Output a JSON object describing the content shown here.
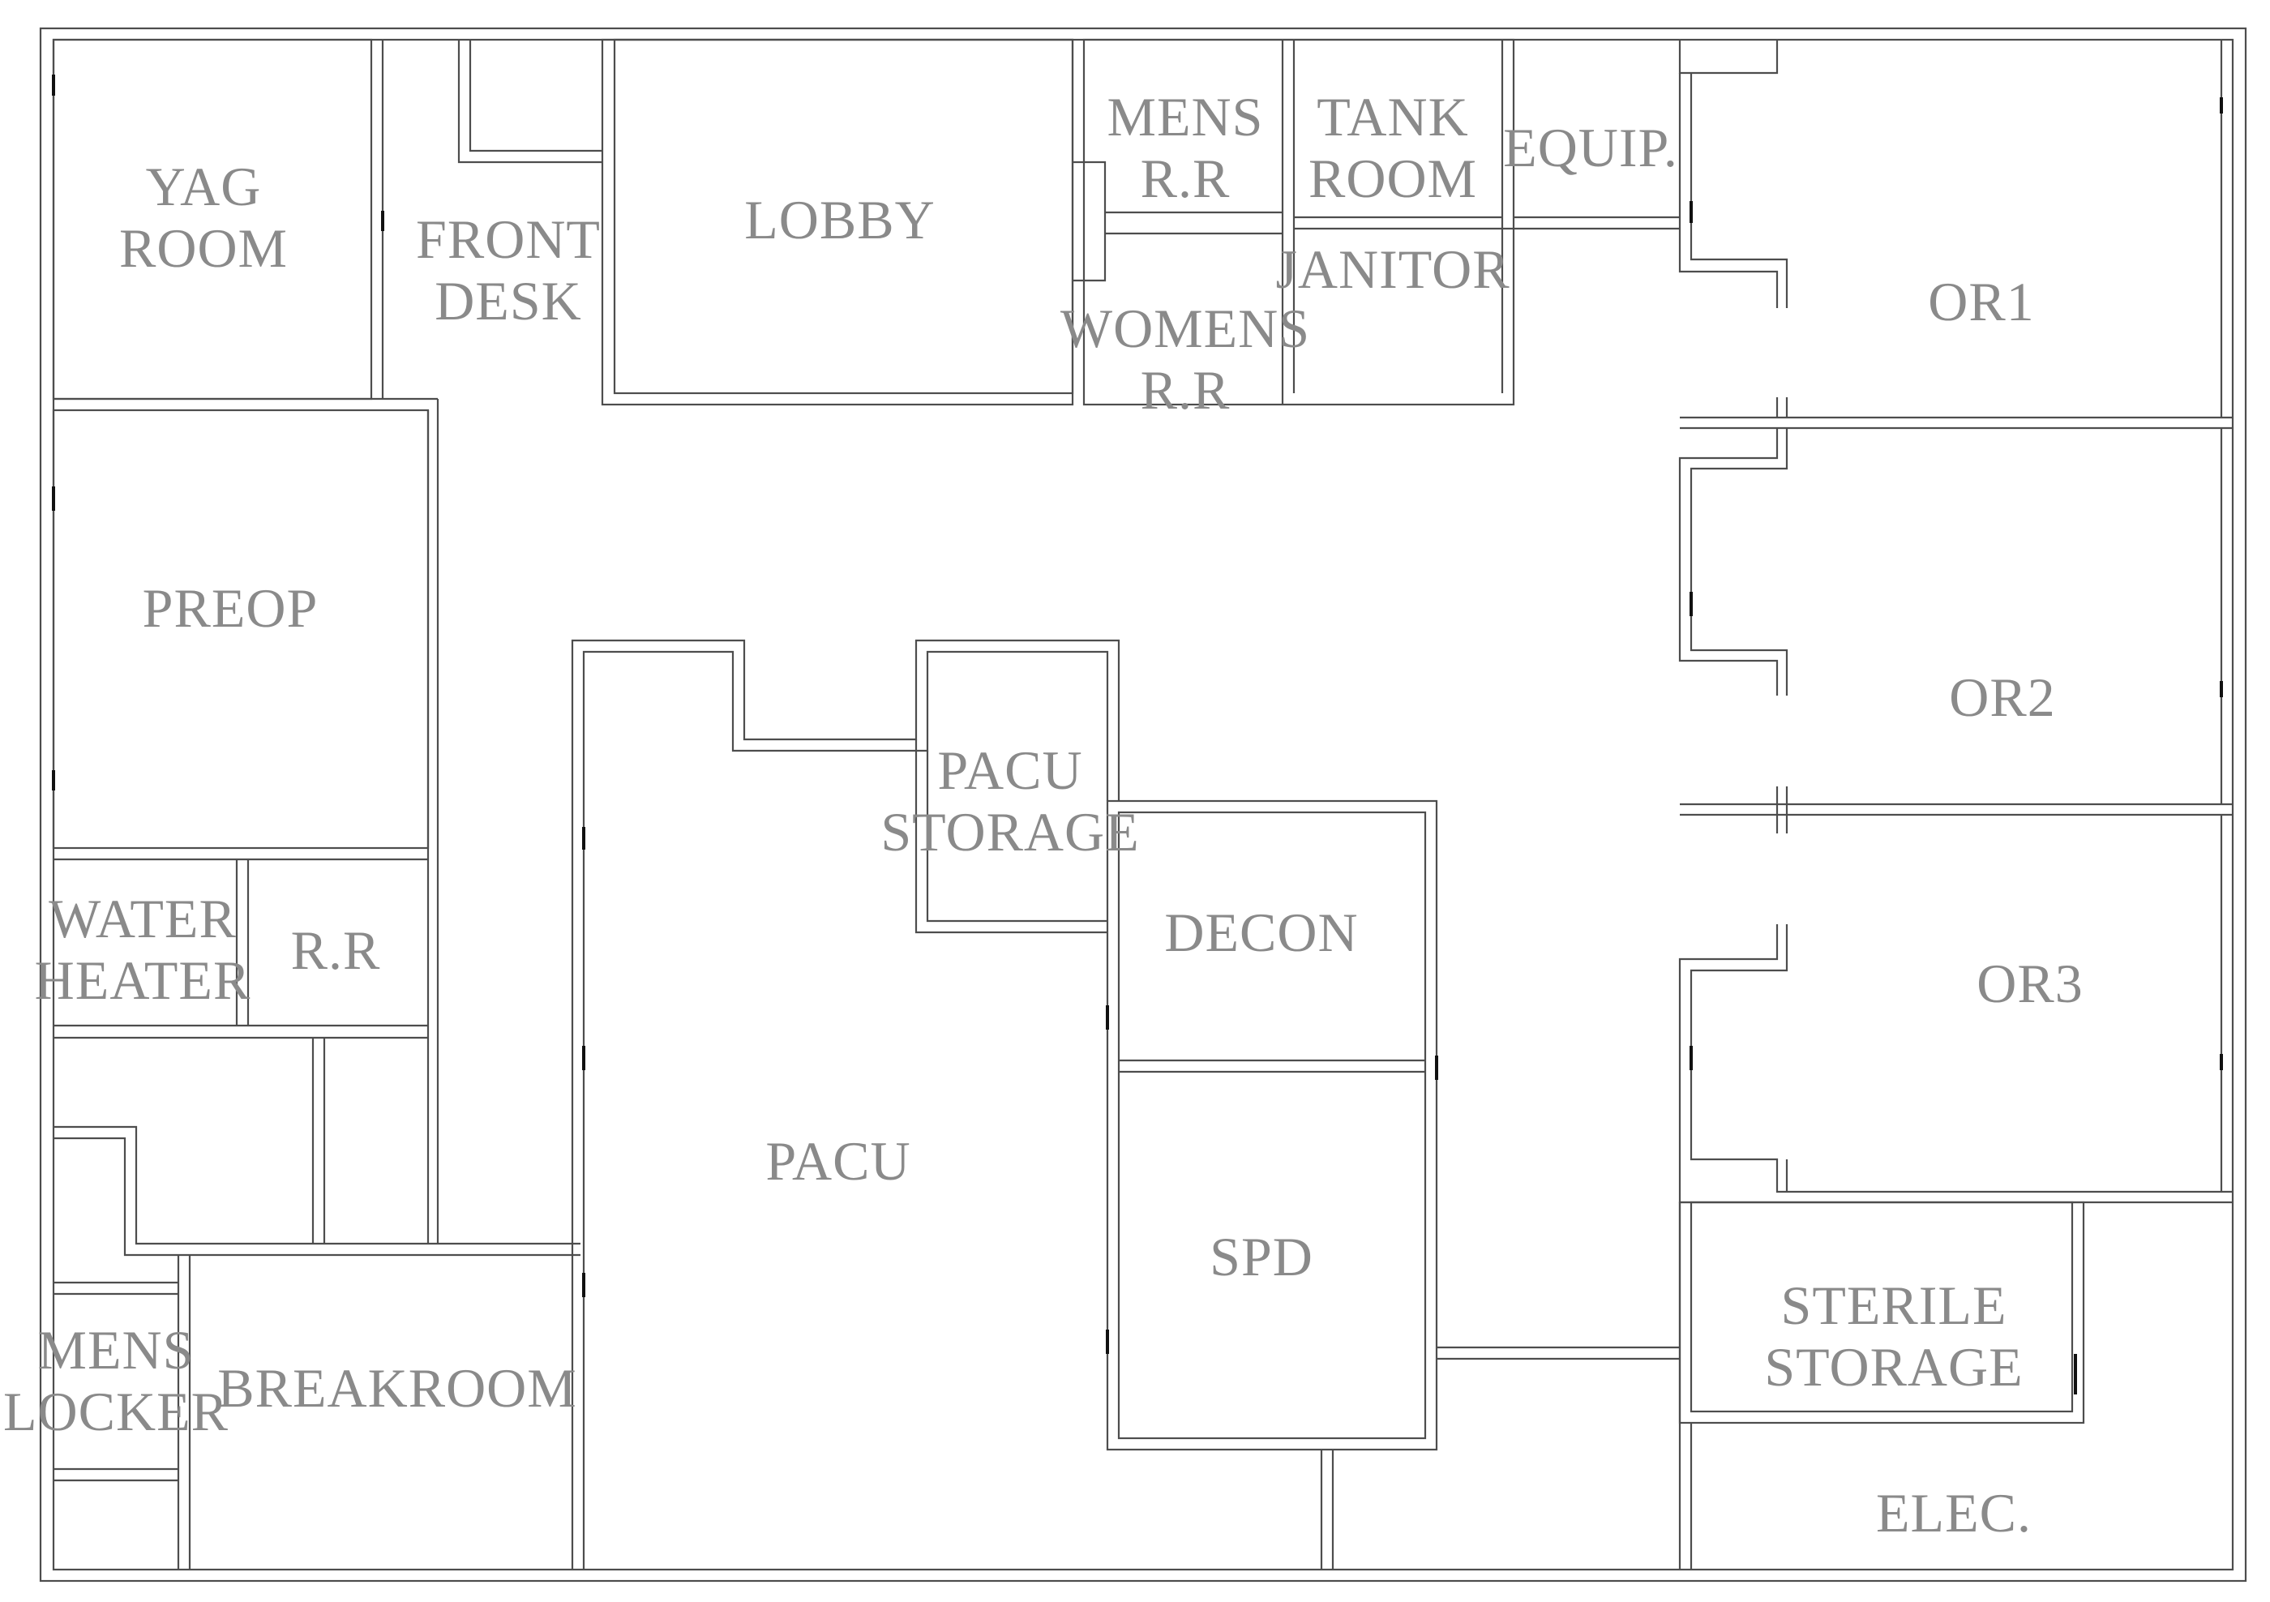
{
  "floor_plan": {
    "rooms": [
      {
        "id": "yag-room",
        "lines": [
          "YAG",
          "ROOM"
        ]
      },
      {
        "id": "front-desk",
        "lines": [
          "FRONT",
          "DESK"
        ]
      },
      {
        "id": "lobby",
        "lines": [
          "LOBBY"
        ]
      },
      {
        "id": "mens-rr",
        "lines": [
          "MENS",
          "R.R"
        ]
      },
      {
        "id": "tank-room",
        "lines": [
          "TANK",
          "ROOM"
        ]
      },
      {
        "id": "equip",
        "lines": [
          "EQUIP."
        ]
      },
      {
        "id": "janitor",
        "lines": [
          "JANITOR"
        ]
      },
      {
        "id": "womens-rr",
        "lines": [
          "WOMENS",
          "R.R"
        ]
      },
      {
        "id": "or1",
        "lines": [
          "OR1"
        ]
      },
      {
        "id": "preop",
        "lines": [
          "PREOP"
        ]
      },
      {
        "id": "or2",
        "lines": [
          "OR2"
        ]
      },
      {
        "id": "pacu-storage",
        "lines": [
          "PACU",
          "STORAGE"
        ]
      },
      {
        "id": "decon",
        "lines": [
          "DECON"
        ]
      },
      {
        "id": "water-heater",
        "lines": [
          "WATER",
          "HEATER"
        ]
      },
      {
        "id": "rr",
        "lines": [
          "R.R"
        ]
      },
      {
        "id": "or3",
        "lines": [
          "OR3"
        ]
      },
      {
        "id": "pacu",
        "lines": [
          "PACU"
        ]
      },
      {
        "id": "spd",
        "lines": [
          "SPD"
        ]
      },
      {
        "id": "sterile-storage",
        "lines": [
          "STERILE",
          "STORAGE"
        ]
      },
      {
        "id": "mens-locker",
        "lines": [
          "MENS",
          "LOCKER"
        ]
      },
      {
        "id": "breakroom",
        "lines": [
          "BREAKROOM"
        ]
      },
      {
        "id": "elec",
        "lines": [
          "ELEC."
        ]
      }
    ]
  }
}
